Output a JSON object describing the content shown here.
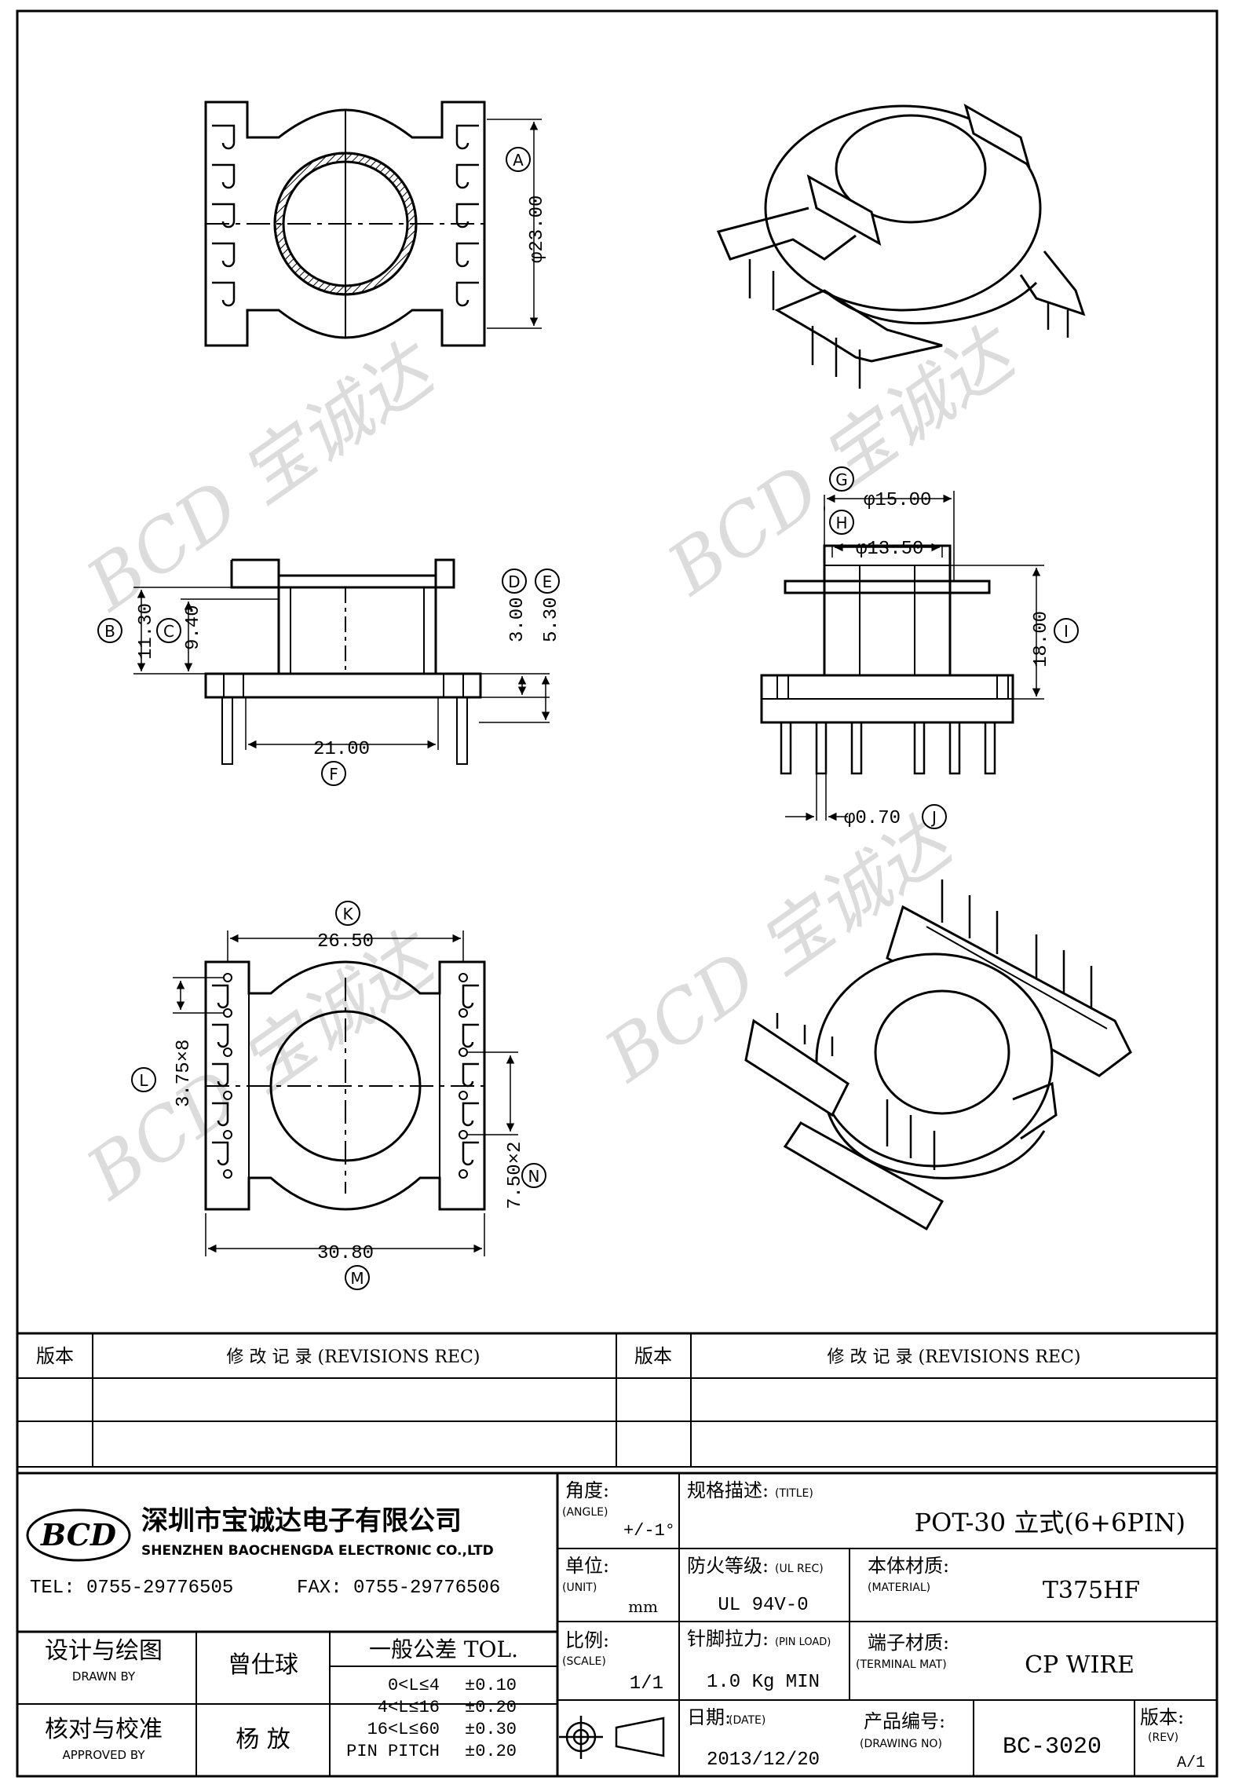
{
  "company": {
    "logo_text": "BCD",
    "name_cn": "深圳市宝诚达电子有限公司",
    "name_en": "SHENZHEN BAOCHENGDA ELECTRONIC CO.,LTD",
    "phone": "TEL: 0755-29776505",
    "fax": "FAX: 0755-29776506"
  },
  "watermark": "BCD 宝诚达",
  "dims": {
    "A": "φ23.00",
    "B": "11.30",
    "C": "9.40",
    "D": "3.00",
    "E": "5.30",
    "F": "21.00",
    "G": "φ15.00",
    "H": "φ13.50",
    "I": "18.00",
    "J": "φ0.70",
    "K": "26.50",
    "L": "3.75×8",
    "M": "30.80",
    "N": "7.50×2"
  },
  "callouts": [
    "A",
    "B",
    "C",
    "D",
    "E",
    "F",
    "G",
    "H",
    "I",
    "J",
    "K",
    "L",
    "M",
    "N"
  ],
  "revisions": {
    "ver_label": "版本",
    "rec_label": "修 改 记 录 (REVISIONS REC)",
    "rows": [
      [
        "",
        ""
      ],
      [
        "",
        ""
      ],
      [
        "",
        ""
      ]
    ]
  },
  "title_block": {
    "angle_label": "角度:",
    "angle_sub": "(ANGLE)",
    "angle_value": "+/-1°",
    "title_label": "规格描述:",
    "title_sub": "(TITLE)",
    "title_value": "POT-30 立式(6+6PIN)",
    "unit_label": "单位:",
    "unit_sub": "(UNIT)",
    "unit_value": "mm",
    "ul_label": "防火等级:",
    "ul_sub": "(UL REC)",
    "ul_value": "UL 94V-0",
    "material_label": "本体材质:",
    "material_sub": "(MATERIAL)",
    "material_value": "T375HF",
    "designer_label": "设计与绘图",
    "designer_sub": "DRAWN BY",
    "designer_value": "曾仕球",
    "tol_label": "一般公差 TOL.",
    "tol_rows": [
      {
        "range": "0<L≤4",
        "value": "±0.10"
      },
      {
        "range": "4<L≤16",
        "value": "±0.20"
      },
      {
        "range": "16<L≤60",
        "value": "±0.30"
      },
      {
        "range": "PIN PITCH",
        "value": "±0.20"
      }
    ],
    "scale_label": "比例:",
    "scale_sub": "(SCALE)",
    "scale_value": "1/1",
    "pin_label": "针脚拉力:",
    "pin_sub": "(PIN LOAD)",
    "pin_value": "1.0 Kg MIN",
    "terminal_label": "端子材质:",
    "terminal_sub": "(TERMINAL MAT)",
    "terminal_value": "CP WIRE",
    "approver_label": "核对与校准",
    "approver_sub": "APPROVED BY",
    "approver_value": "杨 放",
    "date_label": "日期:",
    "date_sub": "(DATE)",
    "date_value": "2013/12/20",
    "drawing_label": "产品编号:",
    "drawing_sub": "(DRAWING NO)",
    "drawing_value": "BC-3020",
    "rev_label": "版本:",
    "rev_sub": "(REV)",
    "rev_value": "A/1"
  }
}
